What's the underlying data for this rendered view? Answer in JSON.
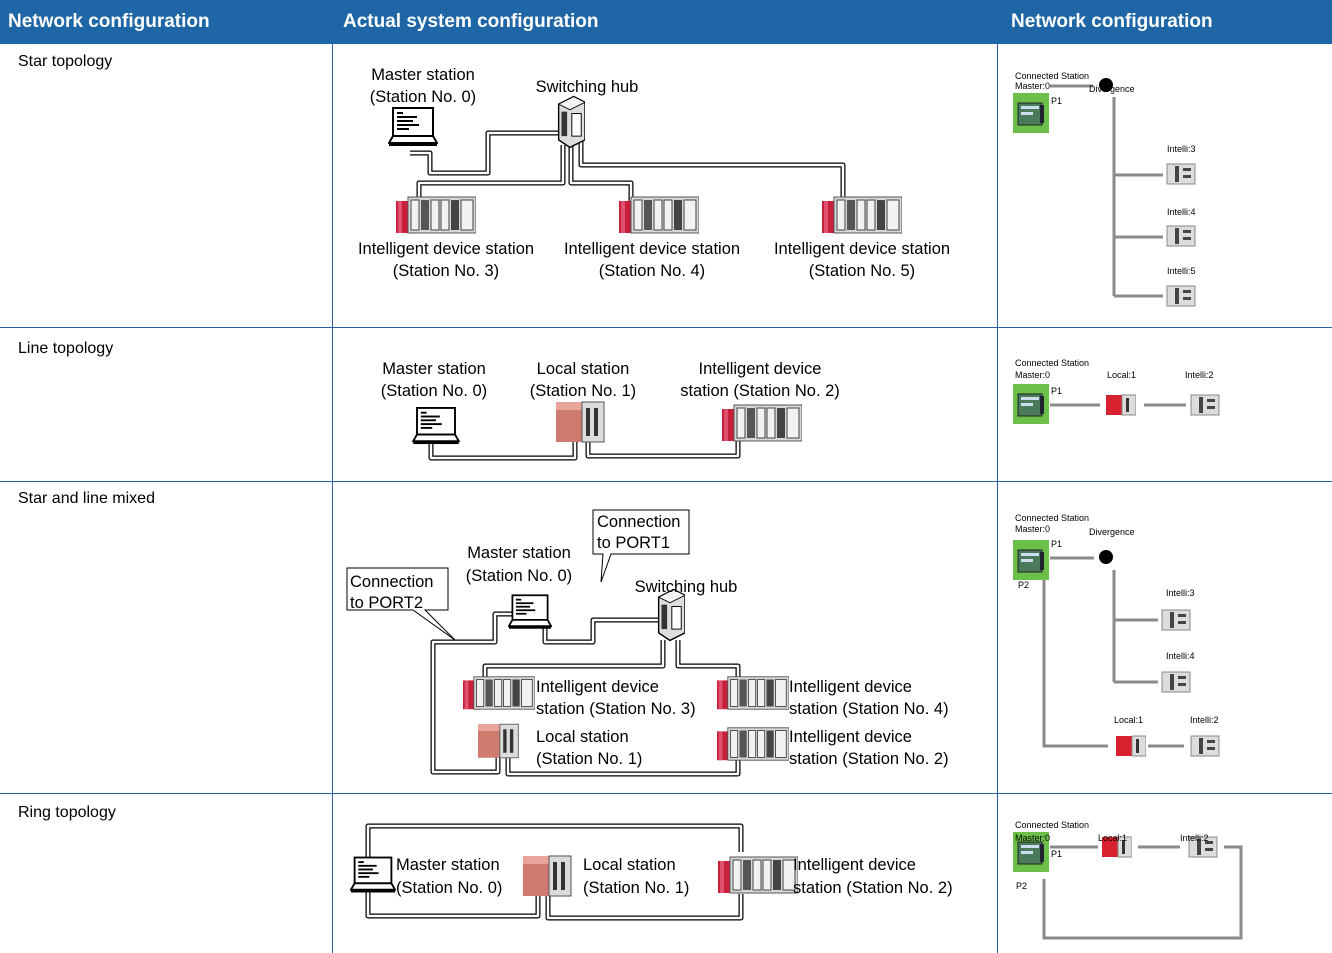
{
  "header": {
    "col1": "Network configuration",
    "col2": "Actual system configuration",
    "col3": "Network configuration"
  },
  "rows": {
    "star": {
      "label": "Star topology",
      "actual": {
        "master_l1": "Master station",
        "master_l2": "(Station No. 0)",
        "hub": "Switching hub",
        "dev3_l1": "Intelligent device station",
        "dev3_l2": "(Station No. 3)",
        "dev4_l1": "Intelligent device station",
        "dev4_l2": "(Station No. 4)",
        "dev5_l1": "Intelligent device station",
        "dev5_l2": "(Station No. 5)"
      },
      "config": {
        "connected": "Connected Station",
        "master": "Master:0",
        "p1": "P1",
        "divergence": "Divergence",
        "i3": "Intelli:3",
        "i4": "Intelli:4",
        "i5": "Intelli:5"
      }
    },
    "line": {
      "label": "Line topology",
      "actual": {
        "master_l1": "Master station",
        "master_l2": "(Station No. 0)",
        "local_l1": "Local station",
        "local_l2": "(Station No. 1)",
        "dev_l1": "Intelligent device",
        "dev_l2": "station (Station No. 2)"
      },
      "config": {
        "connected": "Connected Station",
        "master": "Master:0",
        "p1": "P1",
        "local": "Local:1",
        "intelli": "Intelli:2"
      }
    },
    "mixed": {
      "label": "Star and line mixed",
      "actual": {
        "port1_l1": "Connection",
        "port1_l2": "to PORT1",
        "port2_l1": "Connection",
        "port2_l2": "to PORT2",
        "master_l1": "Master station",
        "master_l2": "(Station No. 0)",
        "hub": "Switching hub",
        "dev3_l1": "Intelligent device",
        "dev3_l2": "station (Station No. 3)",
        "dev4_l1": "Intelligent device",
        "dev4_l2": "station (Station No. 4)",
        "local_l1": "Local station",
        "local_l2": "(Station No. 1)",
        "dev2_l1": "Intelligent device",
        "dev2_l2": "station (Station No. 2)"
      },
      "config": {
        "connected": "Connected Station",
        "master": "Master:0",
        "p1": "P1",
        "p2": "P2",
        "divergence": "Divergence",
        "i3": "Intelli:3",
        "i4": "Intelli:4",
        "local": "Local:1",
        "i2": "Intelli:2"
      }
    },
    "ring": {
      "label": "Ring topology",
      "actual": {
        "master_l1": "Master station",
        "master_l2": "(Station No. 0)",
        "local_l1": "Local station",
        "local_l2": "(Station No. 1)",
        "dev_l1": "Intelligent device",
        "dev_l2": "station (Station No. 2)"
      },
      "config": {
        "connected": "Connected Station",
        "master": "Master:0",
        "p1": "P1",
        "p2": "P2",
        "local": "Local:1",
        "intelli": "Intelli:2"
      }
    }
  },
  "colors": {
    "header_bg": "#1E66A6",
    "rule": "#2a5fa0",
    "plc_red": "#c8203a",
    "master_green": "#6cc04a",
    "link_grey": "#8a8a8a"
  }
}
